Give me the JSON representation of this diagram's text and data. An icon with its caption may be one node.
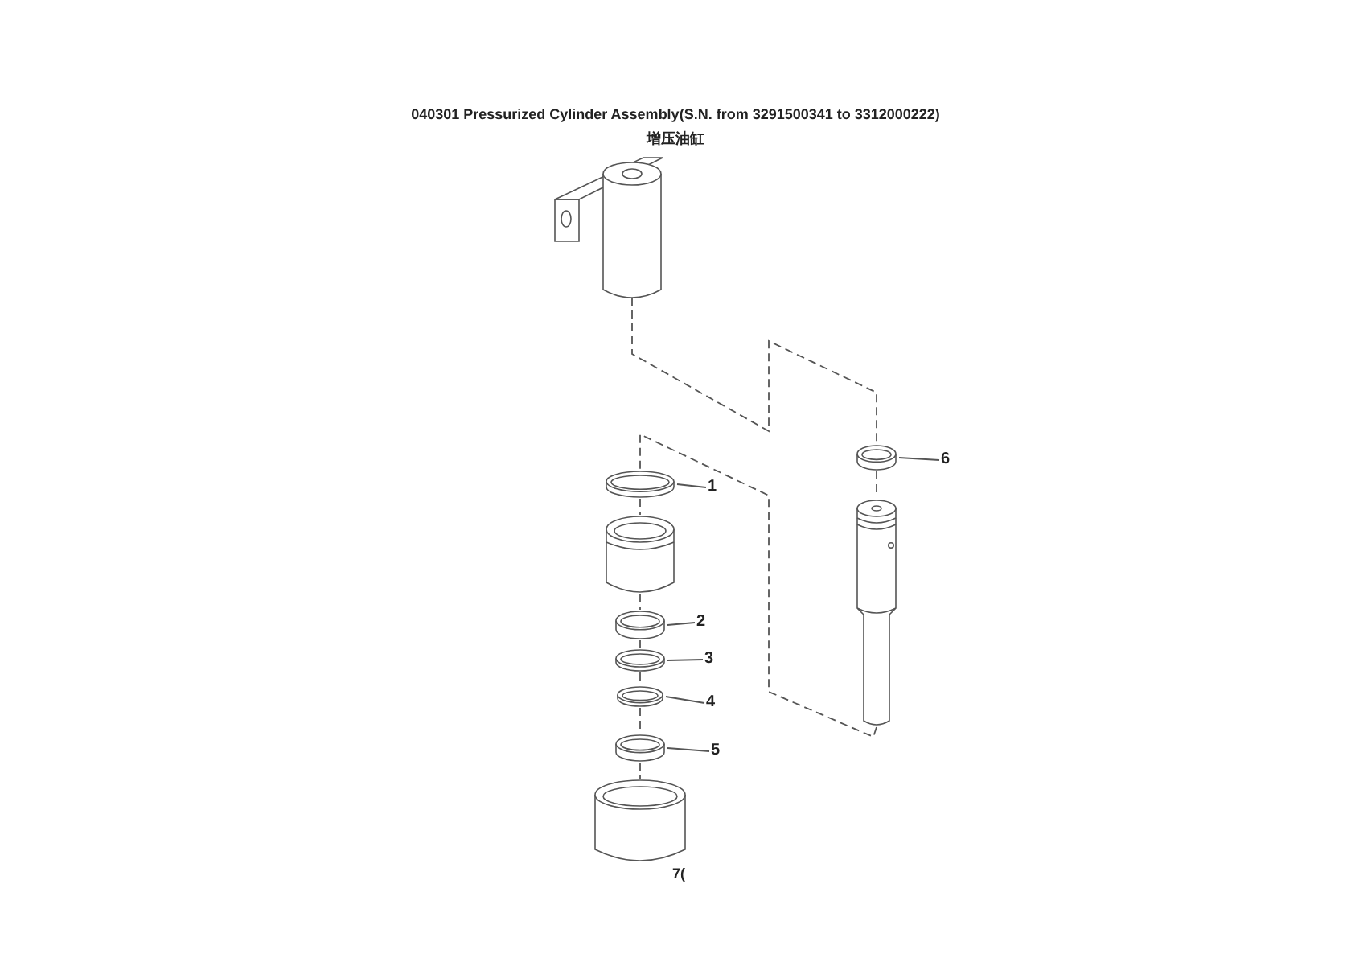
{
  "diagram": {
    "title": "040301 Pressurized Cylinder Assembly(S.N. from 3291500341 to 3312000222)",
    "nodes": [
      {
        "text": [],
        "shape": "picture"
      },
      {
        "text": [
          "6"
        ]
      },
      {
        "text": [],
        "shape": "picture"
      },
      {
        "text": [
          "1"
        ]
      },
      {
        "text": [],
        "shape": "picture"
      },
      {
        "text": [],
        "shape": "picture"
      },
      {
        "text": [],
        "shape": "picture"
      },
      {
        "text": [
          "2"
        ]
      },
      {
        "text": [],
        "shape": "picture"
      },
      {
        "text": [
          "3"
        ]
      },
      {
        "text": [],
        "shape": "picture"
      },
      {
        "text": [
          "4"
        ]
      },
      {
        "text": [],
        "shape": "picture"
      },
      {
        "text": [
          "5"
        ]
      },
      {
        "text": [],
        "shape": "picture"
      },
      {
        "text": [],
        "shape": "cylinder",
        "beside": [
          "7("
        ]
      }
    ],
    "edges": [
      {
        "from": 1,
        "to": 2,
        "arrow": "none"
      },
      {
        "from": 3,
        "to": 4,
        "arrow": "none"
      },
      {
        "from": 7,
        "to": 8,
        "arrow": "none"
      },
      {
        "from": 9,
        "to": 10,
        "arrow": "none"
      },
      {
        "from": 11,
        "to": 12,
        "arrow": "none"
      },
      {
        "from": 13,
        "to": 14,
        "arrow": "none"
      },
      {
        "from": 0,
        "to": 2,
        "arrow": "none",
        "style": "dashed"
      },
      {
        "from": 2,
        "to": 5,
        "arrow": "none",
        "style": "dashed"
      },
      {
        "from": 5,
        "to": 4,
        "arrow": "none",
        "style": "dashed"
      },
      {
        "from": 4,
        "to": 6,
        "arrow": "none",
        "style": "dashed"
      },
      {
        "from": 6,
        "to": 8,
        "arrow": "none",
        "style": "dashed"
      },
      {
        "from": 8,
        "to": 10,
        "arrow": "none",
        "style": "dashed"
      },
      {
        "from": 10,
        "to": 12,
        "arrow": "none",
        "style": "dashed"
      },
      {
        "from": 12,
        "to": 14,
        "arrow": "none",
        "style": "dashed"
      },
      {
        "from": 14,
        "to": 15,
        "arrow": "none",
        "style": "dashed"
      }
    ],
    "labels": [
      "增压油缸"
    ]
  }
}
